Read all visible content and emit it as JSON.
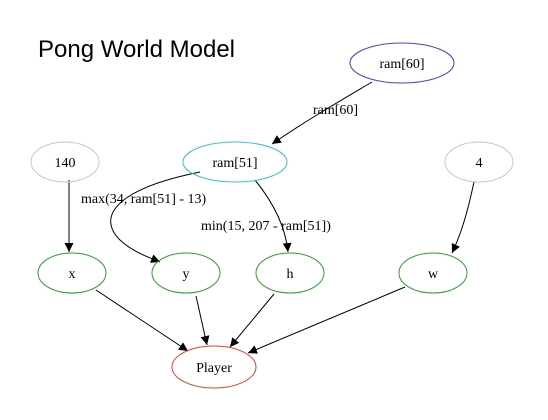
{
  "title": "Pong World Model",
  "nodes": {
    "ram60": {
      "label": "ram[60]",
      "color": "#3f48cc"
    },
    "ram51": {
      "label": "ram[51]",
      "color": "#3fbfcf"
    },
    "c140": {
      "label": "140",
      "color": "#c8c8c8"
    },
    "c4": {
      "label": "4",
      "color": "#c8c8c8"
    },
    "x": {
      "label": "x",
      "color": "#2e9e2e"
    },
    "y": {
      "label": "y",
      "color": "#2e9e2e"
    },
    "h": {
      "label": "h",
      "color": "#2e9e2e"
    },
    "w": {
      "label": "w",
      "color": "#2e9e2e"
    },
    "player": {
      "label": "Player",
      "color": "#d9442c"
    }
  },
  "edges": [
    {
      "from": "ram60",
      "to": "ram51",
      "label": "ram[60]"
    },
    {
      "from": "ram51",
      "to": "y",
      "label": "max(34, ram[51] - 13)"
    },
    {
      "from": "ram51",
      "to": "h",
      "label": "min(15, 207 - ram[51])"
    },
    {
      "from": "c140",
      "to": "x",
      "label": ""
    },
    {
      "from": "c4",
      "to": "w",
      "label": ""
    },
    {
      "from": "x",
      "to": "player",
      "label": ""
    },
    {
      "from": "y",
      "to": "player",
      "label": ""
    },
    {
      "from": "h",
      "to": "player",
      "label": ""
    },
    {
      "from": "w",
      "to": "player",
      "label": ""
    }
  ]
}
